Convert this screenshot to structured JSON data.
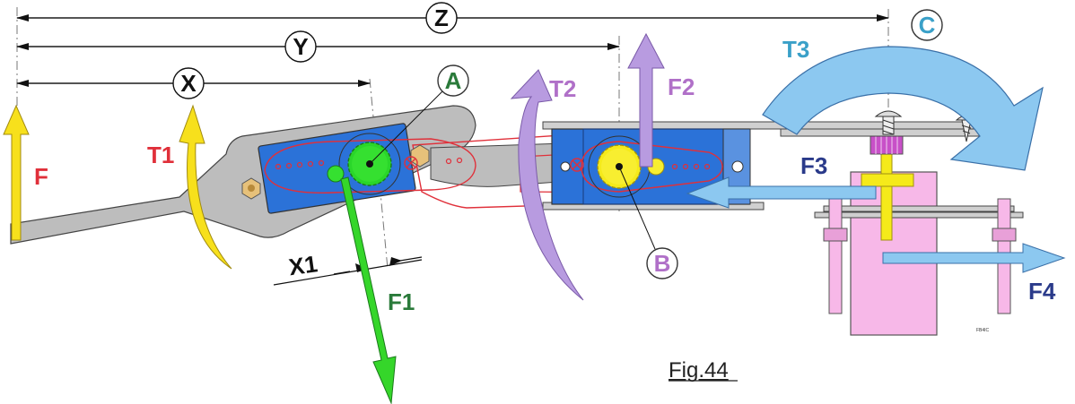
{
  "labels": {
    "dim_z": "Z",
    "dim_y": "Y",
    "dim_x": "X",
    "dim_x1": "X1",
    "point_a": "A",
    "point_b": "B",
    "point_c": "C",
    "force_f": "F",
    "force_f1": "F1",
    "force_f2": "F2",
    "force_f3": "F3",
    "force_f4": "F4",
    "torque_t1": "T1",
    "torque_t2": "T2",
    "torque_t3": "T3",
    "servo_small_text": "FB4IC",
    "figure_caption": "Fig.44"
  },
  "colors": {
    "force_f": "#f7e01c",
    "force_f1": "#35d62a",
    "force_f2": "#b89be0",
    "force_f3": "#8cc8f0",
    "force_f4": "#8cc8f0",
    "torque_t1": "#f7e01c",
    "torque_t2": "#b89be0",
    "torque_t3": "#8cc8f0",
    "label_red": "#e0303a",
    "label_violet": "#b070c8",
    "label_teal": "#3aa0c8",
    "label_navy": "#2a3a8a",
    "label_darkgreen": "#2a7a3a",
    "servo_blue": "#2b72d8",
    "arm_grey": "#bfbfbf",
    "servo_pink": "#f7b8e8"
  }
}
